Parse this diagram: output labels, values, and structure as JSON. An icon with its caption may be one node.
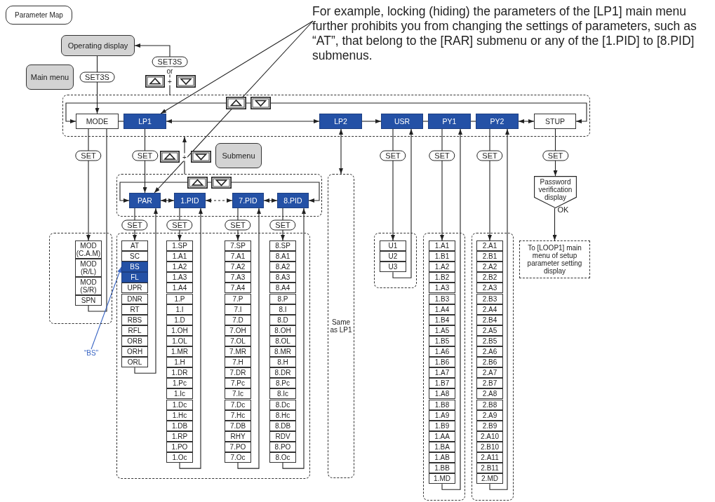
{
  "diagram": {
    "title": "Parameter Map",
    "nodes": [
      {
        "text": [
          "Operating display"
        ]
      },
      {
        "text": [
          "Main menu"
        ]
      },
      {
        "text": [
          "For example, locking (hiding) the parameters of the [LP1] main menu further prohibits you from changing the settings of parameters, such as “AT”, that belong to the [RAR] submenu or any of the [1.PID] to [8.PID] submenus."
        ]
      },
      {
        "text": [],
        "shape": "box"
      },
      {
        "text": [
          "MODE"
        ],
        "in": 3
      },
      {
        "text": [
          "LP1"
        ],
        "in": 3
      },
      {
        "text": [
          "LP2"
        ],
        "in": 3
      },
      {
        "text": [
          "USR"
        ],
        "in": 3
      },
      {
        "text": [
          "PY1"
        ],
        "in": 3
      },
      {
        "text": [
          "PY2"
        ],
        "in": 3
      },
      {
        "text": [
          "STUP"
        ],
        "in": 3
      },
      {
        "text": [
          "Submenu"
        ]
      },
      {
        "text": [],
        "shape": "box"
      },
      {
        "text": [
          "PAR"
        ],
        "in": 12
      },
      {
        "text": [
          "1.PID"
        ],
        "in": 12
      },
      {
        "text": [
          "7.PID"
        ],
        "in": 12
      },
      {
        "text": [
          "8.PID"
        ],
        "in": 12
      },
      {
        "text": [
          "Same as LP1"
        ]
      },
      {
        "text": [
          "Password verification display"
        ]
      },
      {
        "text": [
          "To [LOOP1] main menu of setup parameter setting display"
        ]
      },
      {
        "text": [],
        "shape": "box"
      },
      {
        "text": [
          "MOD (C.A.M)"
        ],
        "in": 20
      },
      {
        "text": [
          "MOD (R/L)"
        ],
        "in": 20
      },
      {
        "text": [
          "MOD (S/R)"
        ],
        "in": 20
      },
      {
        "text": [
          "SPN"
        ],
        "in": 20
      },
      {
        "text": [
          "“BS”"
        ]
      },
      {
        "text": [],
        "shape": "box"
      },
      {
        "text": [
          "AT"
        ],
        "in": 26
      },
      {
        "text": [
          "SC"
        ],
        "in": 26
      },
      {
        "text": [
          "BS"
        ],
        "in": 26
      },
      {
        "text": [
          "FL"
        ],
        "in": 26
      },
      {
        "text": [
          "UPR"
        ],
        "in": 26
      },
      {
        "text": [
          "DNR"
        ],
        "in": 26
      },
      {
        "text": [
          "RT"
        ],
        "in": 26
      },
      {
        "text": [
          "RBS"
        ],
        "in": 26
      },
      {
        "text": [
          "RFL"
        ],
        "in": 26
      },
      {
        "text": [
          "ORB"
        ],
        "in": 26
      },
      {
        "text": [
          "ORH"
        ],
        "in": 26
      },
      {
        "text": [
          "ORL"
        ],
        "in": 26
      },
      {
        "text": [
          "1.SP"
        ],
        "in": 26
      },
      {
        "text": [
          "1.A1"
        ],
        "in": 26
      },
      {
        "text": [
          "1.A2"
        ],
        "in": 26
      },
      {
        "text": [
          "1.A3"
        ],
        "in": 26
      },
      {
        "text": [
          "1.A4"
        ],
        "in": 26
      },
      {
        "text": [
          "1.P"
        ],
        "in": 26
      },
      {
        "text": [
          "1.I"
        ],
        "in": 26
      },
      {
        "text": [
          "1.D"
        ],
        "in": 26
      },
      {
        "text": [
          "1.OH"
        ],
        "in": 26
      },
      {
        "text": [
          "1.OL"
        ],
        "in": 26
      },
      {
        "text": [
          "1.MR"
        ],
        "in": 26
      },
      {
        "text": [
          "1.H"
        ],
        "in": 26
      },
      {
        "text": [
          "1.DR"
        ],
        "in": 26
      },
      {
        "text": [
          "1.Pc"
        ],
        "in": 26
      },
      {
        "text": [
          "1.Ic"
        ],
        "in": 26
      },
      {
        "text": [
          "1.Dc"
        ],
        "in": 26
      },
      {
        "text": [
          "1.Hc"
        ],
        "in": 26
      },
      {
        "text": [
          "1.DB"
        ],
        "in": 26
      },
      {
        "text": [
          "1.RP"
        ],
        "in": 26
      },
      {
        "text": [
          "1.PO"
        ],
        "in": 26
      },
      {
        "text": [
          "1.Oc"
        ],
        "in": 26
      },
      {
        "text": [
          "7.SP"
        ],
        "in": 26
      },
      {
        "text": [
          "7.A1"
        ],
        "in": 26
      },
      {
        "text": [
          "7.A2"
        ],
        "in": 26
      },
      {
        "text": [
          "7.A3"
        ],
        "in": 26
      },
      {
        "text": [
          "7.A4"
        ],
        "in": 26
      },
      {
        "text": [
          "7.P"
        ],
        "in": 26
      },
      {
        "text": [
          "7.I"
        ],
        "in": 26
      },
      {
        "text": [
          "7.D"
        ],
        "in": 26
      },
      {
        "text": [
          "7.OH"
        ],
        "in": 26
      },
      {
        "text": [
          "7.OL"
        ],
        "in": 26
      },
      {
        "text": [
          "7.MR"
        ],
        "in": 26
      },
      {
        "text": [
          "7.H"
        ],
        "in": 26
      },
      {
        "text": [
          "7.DR"
        ],
        "in": 26
      },
      {
        "text": [
          "7.Pc"
        ],
        "in": 26
      },
      {
        "text": [
          "7.Ic"
        ],
        "in": 26
      },
      {
        "text": [
          "7.Dc"
        ],
        "in": 26
      },
      {
        "text": [
          "7.Hc"
        ],
        "in": 26
      },
      {
        "text": [
          "7.DB"
        ],
        "in": 26
      },
      {
        "text": [
          "RHY"
        ],
        "in": 26
      },
      {
        "text": [
          "7.PO"
        ],
        "in": 26
      },
      {
        "text": [
          "7.Oc"
        ],
        "in": 26
      },
      {
        "text": [
          "8.SP"
        ],
        "in": 26
      },
      {
        "text": [
          "8.A1"
        ],
        "in": 26
      },
      {
        "text": [
          "8.A2"
        ],
        "in": 26
      },
      {
        "text": [
          "8.A3"
        ],
        "in": 26
      },
      {
        "text": [
          "8.A4"
        ],
        "in": 26
      },
      {
        "text": [
          "8.P"
        ],
        "in": 26
      },
      {
        "text": [
          "8.I"
        ],
        "in": 26
      },
      {
        "text": [
          "8.D"
        ],
        "in": 26
      },
      {
        "text": [
          "8.OH"
        ],
        "in": 26
      },
      {
        "text": [
          "8.OL"
        ],
        "in": 26
      },
      {
        "text": [
          "8.MR"
        ],
        "in": 26
      },
      {
        "text": [
          "8.H"
        ],
        "in": 26
      },
      {
        "text": [
          "8.DR"
        ],
        "in": 26
      },
      {
        "text": [
          "8.Pc"
        ],
        "in": 26
      },
      {
        "text": [
          "8.Ic"
        ],
        "in": 26
      },
      {
        "text": [
          "8.Dc"
        ],
        "in": 26
      },
      {
        "text": [
          "8.Hc"
        ],
        "in": 26
      },
      {
        "text": [
          "8.DB"
        ],
        "in": 26
      },
      {
        "text": [
          "RDV"
        ],
        "in": 26
      },
      {
        "text": [
          "8.PO"
        ],
        "in": 26
      },
      {
        "text": [
          "8.Oc"
        ],
        "in": 26
      },
      {
        "text": [],
        "shape": "box"
      },
      {
        "text": [
          "U1"
        ],
        "in": 102
      },
      {
        "text": [
          "U2"
        ],
        "in": 102
      },
      {
        "text": [
          "U3"
        ],
        "in": 102
      },
      {
        "text": [],
        "shape": "box"
      },
      {
        "text": [
          "1.A1"
        ],
        "in": 106
      },
      {
        "text": [
          "1.B1"
        ],
        "in": 106
      },
      {
        "text": [
          "1.A2"
        ],
        "in": 106
      },
      {
        "text": [
          "1.B2"
        ],
        "in": 106
      },
      {
        "text": [
          "1.A3"
        ],
        "in": 106
      },
      {
        "text": [
          "1.B3"
        ],
        "in": 106
      },
      {
        "text": [
          "1.A4"
        ],
        "in": 106
      },
      {
        "text": [
          "1.B4"
        ],
        "in": 106
      },
      {
        "text": [
          "1.A5"
        ],
        "in": 106
      },
      {
        "text": [
          "1.B5"
        ],
        "in": 106
      },
      {
        "text": [
          "1.A6"
        ],
        "in": 106
      },
      {
        "text": [
          "1.B6"
        ],
        "in": 106
      },
      {
        "text": [
          "1.A7"
        ],
        "in": 106
      },
      {
        "text": [
          "1.B7"
        ],
        "in": 106
      },
      {
        "text": [
          "1.A8"
        ],
        "in": 106
      },
      {
        "text": [
          "1.B8"
        ],
        "in": 106
      },
      {
        "text": [
          "1.A9"
        ],
        "in": 106
      },
      {
        "text": [
          "1.B9"
        ],
        "in": 106
      },
      {
        "text": [
          "1.AA"
        ],
        "in": 106
      },
      {
        "text": [
          "1.BA"
        ],
        "in": 106
      },
      {
        "text": [
          "1.AB"
        ],
        "in": 106
      },
      {
        "text": [
          "1.BB"
        ],
        "in": 106
      },
      {
        "text": [
          "1.MD"
        ],
        "in": 106
      },
      {
        "text": [],
        "shape": "box"
      },
      {
        "text": [
          "2.A1"
        ],
        "in": 130
      },
      {
        "text": [
          "2.B1"
        ],
        "in": 130
      },
      {
        "text": [
          "2.A2"
        ],
        "in": 130
      },
      {
        "text": [
          "2.B2"
        ],
        "in": 130
      },
      {
        "text": [
          "2.A3"
        ],
        "in": 130
      },
      {
        "text": [
          "2.B3"
        ],
        "in": 130
      },
      {
        "text": [
          "2.A4"
        ],
        "in": 130
      },
      {
        "text": [
          "2.B4"
        ],
        "in": 130
      },
      {
        "text": [
          "2.A5"
        ],
        "in": 130
      },
      {
        "text": [
          "2.B5"
        ],
        "in": 130
      },
      {
        "text": [
          "2.A6"
        ],
        "in": 130
      },
      {
        "text": [
          "2.B6"
        ],
        "in": 130
      },
      {
        "text": [
          "2.A7"
        ],
        "in": 130
      },
      {
        "text": [
          "2.B7"
        ],
        "in": 130
      },
      {
        "text": [
          "2.A8"
        ],
        "in": 130
      },
      {
        "text": [
          "2.B8"
        ],
        "in": 130
      },
      {
        "text": [
          "2.A9"
        ],
        "in": 130
      },
      {
        "text": [
          "2.B9"
        ],
        "in": 130
      },
      {
        "text": [
          "2.A10"
        ],
        "in": 130
      },
      {
        "text": [
          "2.B10"
        ],
        "in": 130
      },
      {
        "text": [
          "2.A11"
        ],
        "in": 130
      },
      {
        "text": [
          "2.B11"
        ],
        "in": 130
      },
      {
        "text": [
          "2.MD"
        ],
        "in": 130
      }
    ],
    "edges": [
      {
        "from": 0,
        "to": 4,
        "arrow": "to",
        "label": "SET3S"
      },
      {
        "from": 3,
        "to": 0,
        "arrow": "to",
        "label": "SET3S"
      },
      {
        "from": 4,
        "to": 5,
        "arrow": "none"
      },
      {
        "from": 5,
        "to": 6,
        "arrow": "both"
      },
      {
        "from": 6,
        "to": 7,
        "arrow": "to"
      },
      {
        "from": 7,
        "to": 8,
        "arrow": "none"
      },
      {
        "from": 8,
        "to": 9,
        "arrow": "none"
      },
      {
        "from": 9,
        "to": 10,
        "arrow": "both"
      },
      {
        "from": 4,
        "to": 10,
        "arrow": "both"
      },
      {
        "from": 4,
        "to": 21,
        "arrow": "to",
        "label": "SET"
      },
      {
        "from": 24,
        "to": 4,
        "arrow": "none"
      },
      {
        "from": 5,
        "to": 13,
        "arrow": "to",
        "label": "SET"
      },
      {
        "from": 12,
        "to": 3,
        "arrow": "to"
      },
      {
        "from": 13,
        "to": 14,
        "arrow": "both"
      },
      {
        "from": 14,
        "to": 15,
        "arrow": "both",
        "style": "dashed"
      },
      {
        "from": 15,
        "to": 16,
        "arrow": "both"
      },
      {
        "from": 13,
        "to": 16,
        "arrow": "both"
      },
      {
        "from": 13,
        "to": 27,
        "arrow": "to",
        "label": "SET"
      },
      {
        "from": 38,
        "to": 13,
        "arrow": "to"
      },
      {
        "from": 14,
        "to": 39,
        "arrow": "to",
        "label": "SET"
      },
      {
        "from": 59,
        "to": 14,
        "arrow": "to"
      },
      {
        "from": 15,
        "to": 60,
        "arrow": "to",
        "label": "SET"
      },
      {
        "from": 80,
        "to": 15,
        "arrow": "to"
      },
      {
        "from": 16,
        "to": 81,
        "arrow": "to",
        "label": "SET"
      },
      {
        "from": 101,
        "to": 16,
        "arrow": "to"
      },
      {
        "from": 6,
        "to": 17,
        "arrow": "both"
      },
      {
        "from": 7,
        "to": 103,
        "arrow": "to",
        "label": "SET"
      },
      {
        "from": 105,
        "to": 7,
        "arrow": "to"
      },
      {
        "from": 8,
        "to": 107,
        "arrow": "to",
        "label": "SET"
      },
      {
        "from": 129,
        "to": 8,
        "arrow": "to"
      },
      {
        "from": 9,
        "to": 131,
        "arrow": "to",
        "label": "SET"
      },
      {
        "from": 153,
        "to": 9,
        "arrow": "to"
      },
      {
        "from": 10,
        "to": 18,
        "arrow": "to",
        "label": "SET"
      },
      {
        "from": 18,
        "to": 19,
        "arrow": "to",
        "label": "OK"
      },
      {
        "from": 2,
        "to": 5,
        "arrow": "to"
      },
      {
        "from": 2,
        "to": 13,
        "arrow": "to"
      },
      {
        "from": 25,
        "to": 29,
        "arrow": "to",
        "color": "#3a66c4"
      }
    ],
    "labels": [
      "or",
      "+",
      "+"
    ]
  }
}
